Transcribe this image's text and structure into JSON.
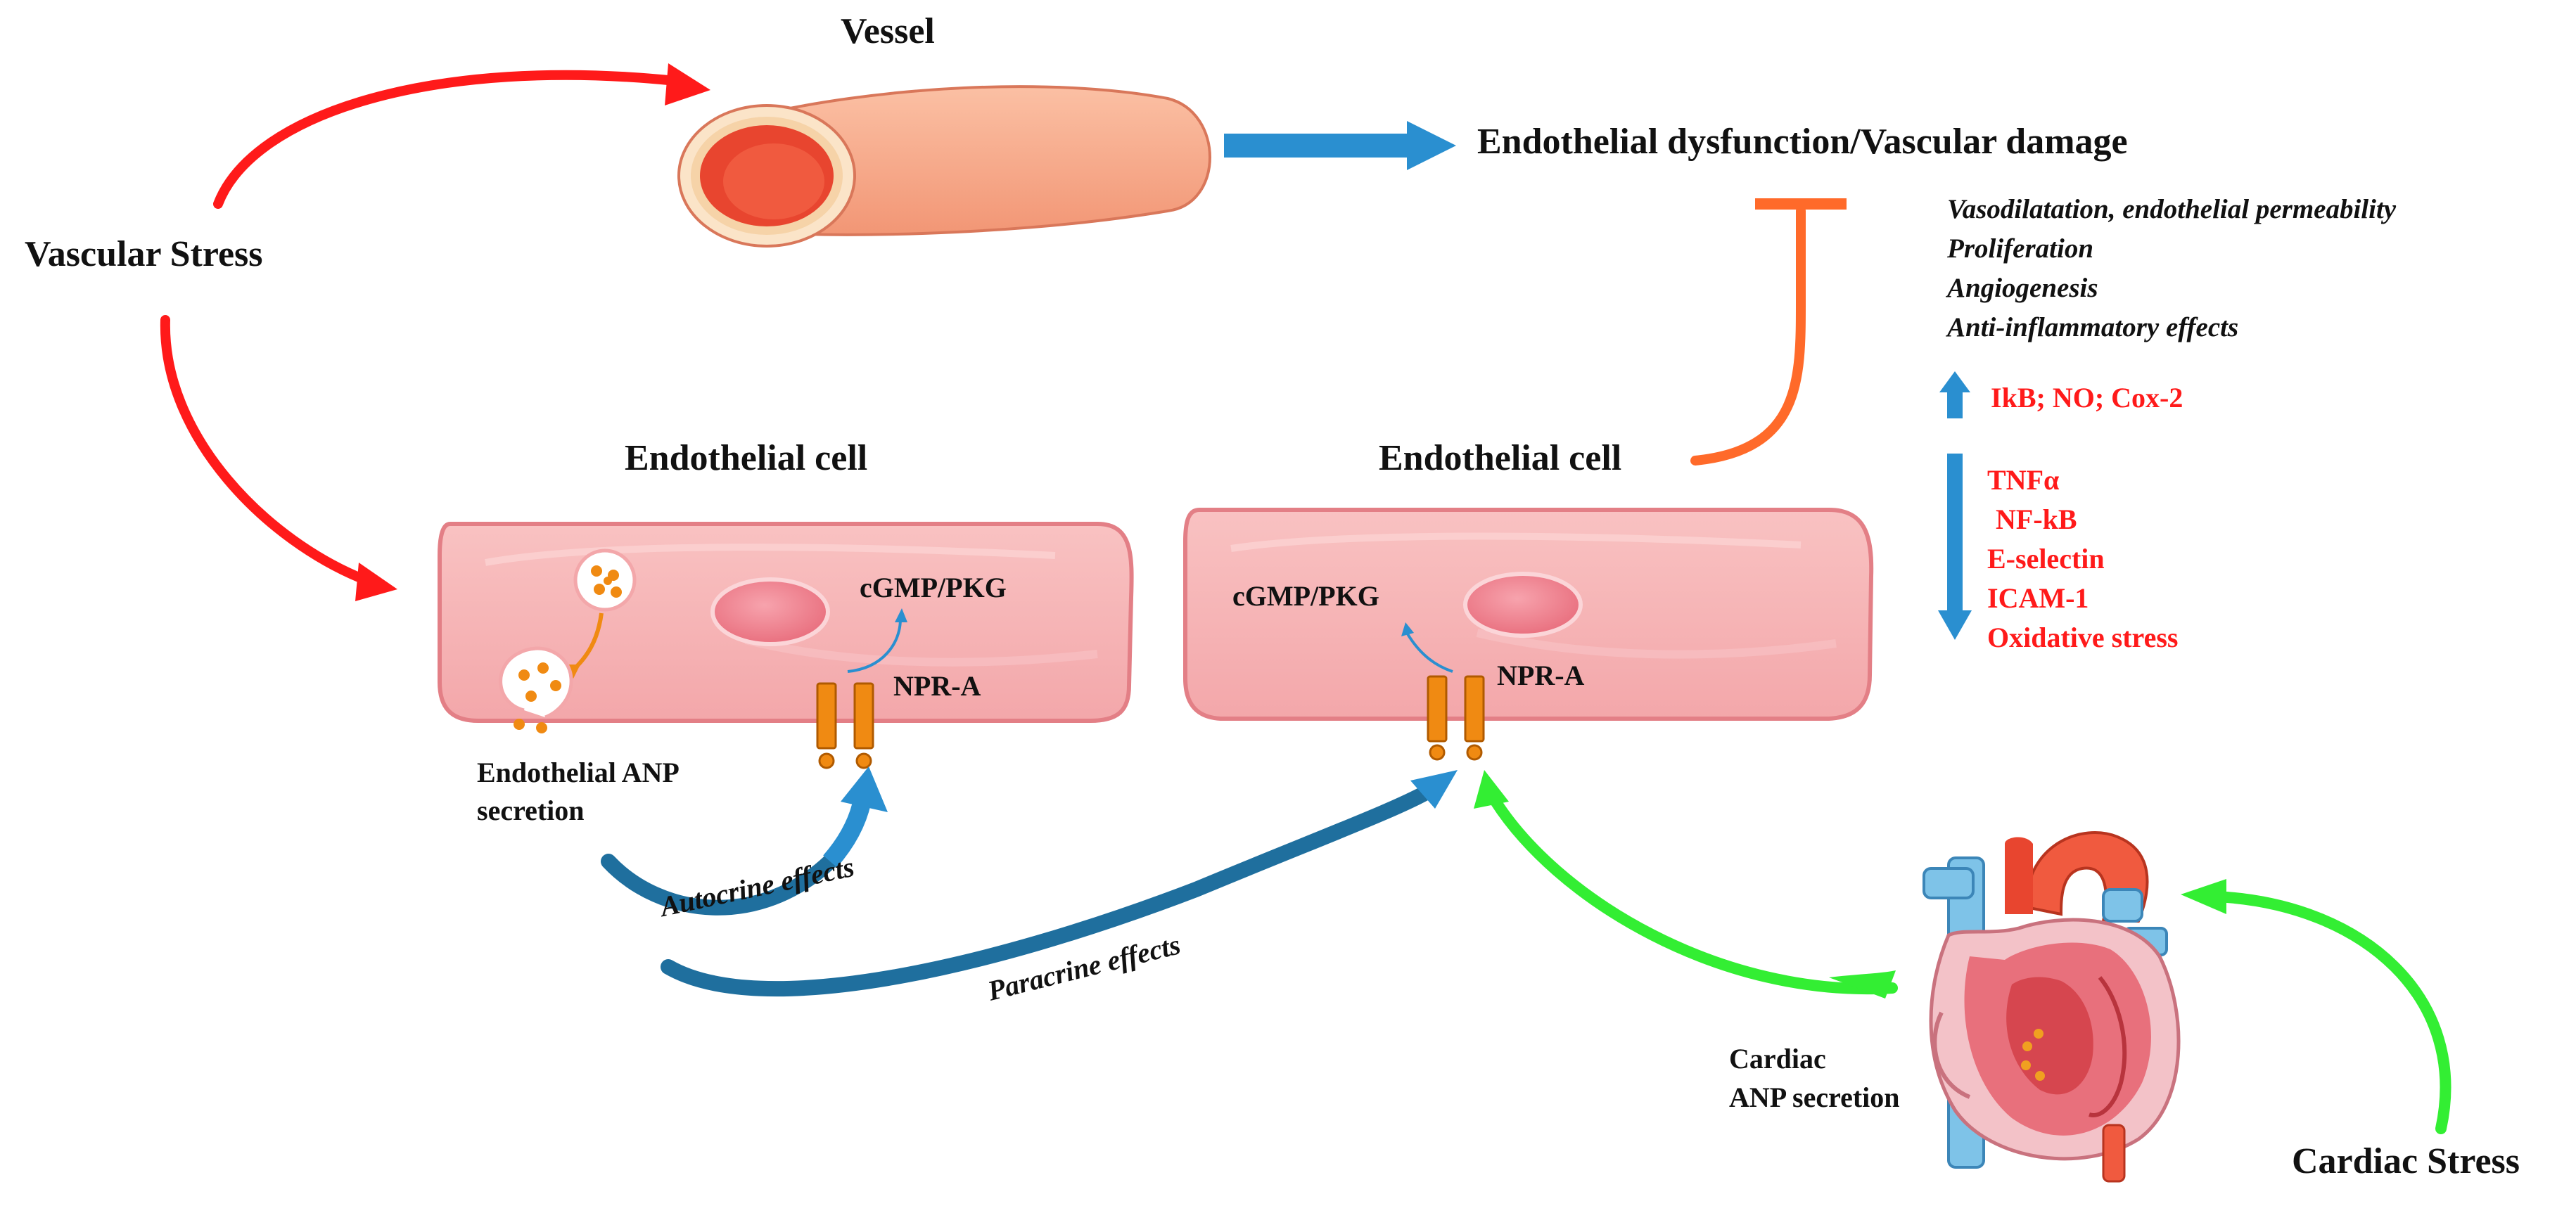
{
  "labels": {
    "vessel": "Vessel",
    "vascular_stress": "Vascular Stress",
    "dysfunction": "Endothelial dysfunction/Vascular damage",
    "endothelial_cell_left": "Endothelial cell",
    "endothelial_cell_right": "Endothelial cell",
    "cgmp_pkg_left": "cGMP/PKG",
    "cgmp_pkg_right": "cGMP/PKG",
    "npr_a_left": "NPR-A",
    "npr_a_right": "NPR-A",
    "endothelial_anp_line1": "Endothelial ANP",
    "endothelial_anp_line2": "secretion",
    "autocrine": "Autocrine effects",
    "paracrine": "Paracrine effects",
    "cardiac_anp_line1": "Cardiac",
    "cardiac_anp_line2": "ANP secretion",
    "cardiac_stress": "Cardiac Stress"
  },
  "effects": [
    "Vasodilatation, endothelial permeability",
    "Proliferation",
    "Angiogenesis",
    "Anti-inflammatory effects"
  ],
  "increased": "IkB; NO; Cox-2",
  "decreased": [
    "TNFα",
    "NF-kB",
    "E-selectin",
    "ICAM-1",
    "Oxidative stress"
  ],
  "colors": {
    "red_arrow": "#ff1a1a",
    "blue_arrow": "#2a8fd0",
    "dark_blue_arrow": "#1f6f9e",
    "green_arrow": "#33ee33",
    "inhibit": "#ff6a2a",
    "cell_fill": "#f6b2b2",
    "cell_border": "#e37f86",
    "nucleus": "#f07a88",
    "receptor": "#f08a12",
    "vessel_outer": "#f7a98a",
    "vessel_inner": "#e8452f",
    "text_red": "#ff1a1a"
  },
  "icons": [
    "vessel-icon",
    "heart-icon",
    "receptor-icon",
    "vesicle-icon"
  ]
}
